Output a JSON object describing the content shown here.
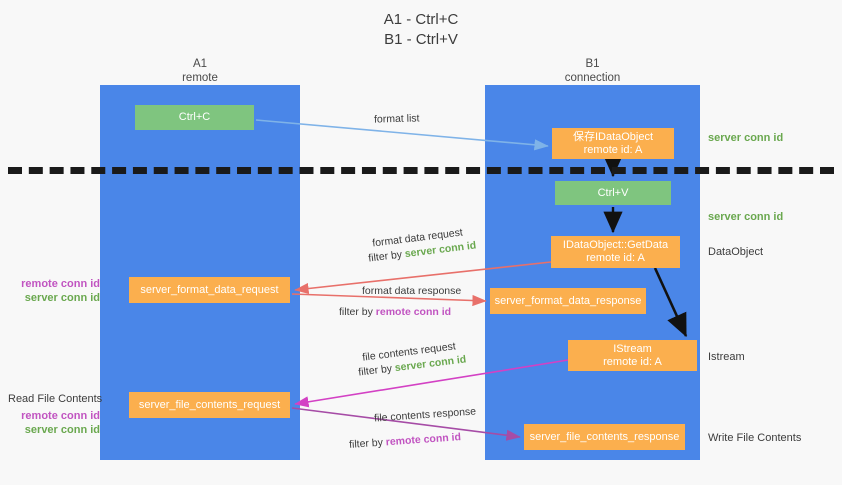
{
  "title": "A1 - Ctrl+C\nB1 - Ctrl+V",
  "lanes": {
    "left": {
      "name": "A1",
      "role": "remote",
      "header": "A1\nremote"
    },
    "right": {
      "name": "B1",
      "role": "connection",
      "header": "B1\nconnection"
    }
  },
  "boxes": {
    "ctrl_c": "Ctrl+C",
    "ctrl_v": "Ctrl+V",
    "idataobject": "保存IDataObject\nremote id: A",
    "getdata": "IDataObject::GetData\nremote id: A",
    "istream": "IStream\nremote id: A",
    "server_format_data_request": "server_format_data_request",
    "server_format_data_response": "server_format_data_response",
    "server_file_contents_request": "server_file_contents_request",
    "server_file_contents_response": "server_file_contents_response"
  },
  "edge_labels": {
    "format_list": "format list",
    "format_data_request": "format data request",
    "format_data_request_filter_prefix": "filter by ",
    "format_data_request_filter_key": "server conn id",
    "format_data_response": "format data response",
    "format_data_response_filter_prefix": "filter by ",
    "format_data_response_filter_key": "remote conn id",
    "file_contents_request": "file contents request",
    "file_contents_request_filter_prefix": "filter by ",
    "file_contents_request_filter_key": "server conn id",
    "file_contents_response": "file contents response",
    "file_contents_response_filter_prefix": "filter by ",
    "file_contents_response_filter_key": "remote conn id"
  },
  "annotations": {
    "right": {
      "server_conn_id_top": "server conn id",
      "server_conn_id_mid": "server conn id",
      "dataobject": "DataObject",
      "istream": "Istream",
      "write_file_contents": "Write File Contents"
    },
    "left": {
      "remote_conn_id_1": "remote conn id",
      "server_conn_id_1": "server conn id",
      "read_file_contents": "Read File Contents",
      "remote_conn_id_2": "remote conn id",
      "server_conn_id_2": "server conn id"
    }
  },
  "colors": {
    "lane": "#4a86e8",
    "box_orange": "#fbaf4e",
    "box_green": "#7fc57f",
    "arrow_blue": "#7fb3e8",
    "arrow_red": "#e8706a",
    "arrow_magenta": "#d341c4",
    "arrow_purple": "#a64ca6",
    "arrow_black": "#111111",
    "text_green": "#6aa84f",
    "text_purple": "#c154c1",
    "background": "#f8f8f8",
    "separator": "#1a1a1a"
  }
}
